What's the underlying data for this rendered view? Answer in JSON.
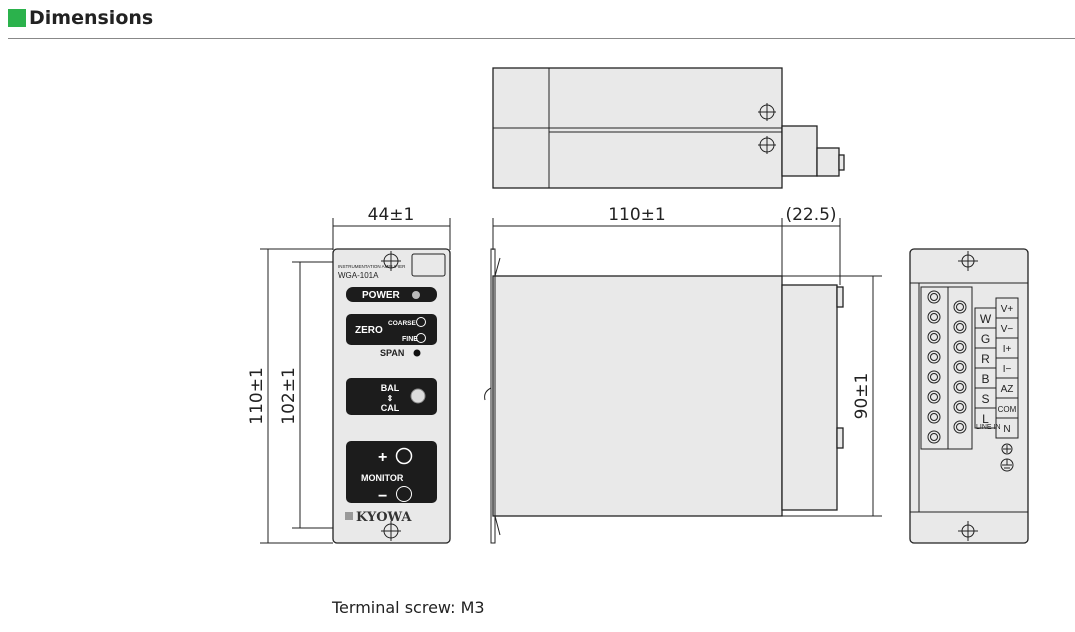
{
  "header": {
    "title": "Dimensions",
    "accent_color": "#2bb24c"
  },
  "dimensions": {
    "front_width": "44±1",
    "side_length": "110±1",
    "connector_depth": "(22.5)",
    "front_height": "110±1",
    "mount_pitch": "102±1",
    "side_height": "90±1"
  },
  "front_panel": {
    "type_label": "INSTRUMENTATION AMPLIFIER",
    "model": "WGA-101A",
    "power": "POWER",
    "zero": "ZERO",
    "coarse": "COARSE",
    "fine": "FINE",
    "span": "SPAN",
    "bal": "BAL",
    "cal": "CAL",
    "plus": "+",
    "minus": "−",
    "monitor": "MONITOR",
    "brand": "KYOWA"
  },
  "rear_panel": {
    "bridge_labels": [
      "W",
      "G",
      "R",
      "B",
      "S",
      "L"
    ],
    "signal_labels": [
      "V+",
      "V−",
      "I+",
      "I−",
      "AZ",
      "COM",
      "N"
    ],
    "line_in": "LINE IN"
  },
  "footer": {
    "note": "Terminal screw: M3"
  }
}
